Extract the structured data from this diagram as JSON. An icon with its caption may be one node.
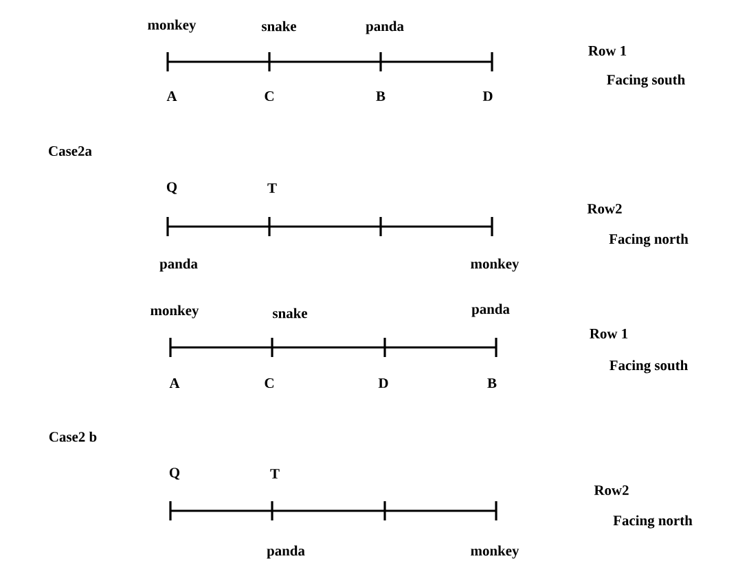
{
  "diagram": {
    "labels": [
      "monkey",
      "snake",
      "panda",
      "Row 1",
      "A",
      "C",
      "B",
      "D",
      "Facing south",
      "Case2a",
      "Q",
      "T",
      "Row2",
      "Facing north",
      "panda",
      "monkey",
      "monkey",
      "snake",
      "panda",
      "Row 1",
      "A",
      "C",
      "D",
      "B",
      "Facing south",
      "Case2 b",
      "Q",
      "T",
      "Row2",
      "Facing north",
      "panda",
      "monkey"
    ]
  }
}
